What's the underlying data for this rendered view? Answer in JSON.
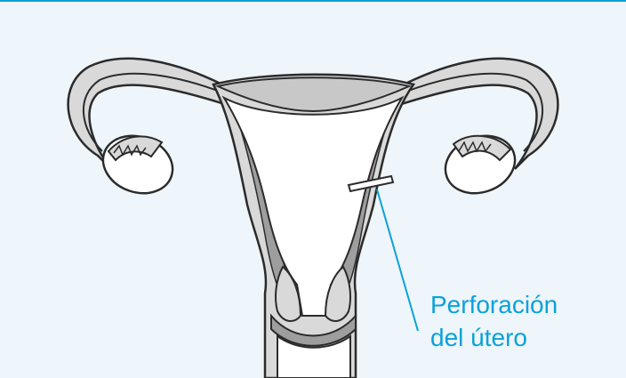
{
  "diagram": {
    "subject": "uterus",
    "label": {
      "line1": "Perforación",
      "line2": "del útero"
    },
    "colors": {
      "background": "#eef5fb",
      "tissue_light": "#d9d9d9",
      "tissue_dark": "#9e9e9e",
      "cavity": "#ffffff",
      "outline": "#2b2b2b",
      "callout": "#0aa2d8"
    }
  }
}
